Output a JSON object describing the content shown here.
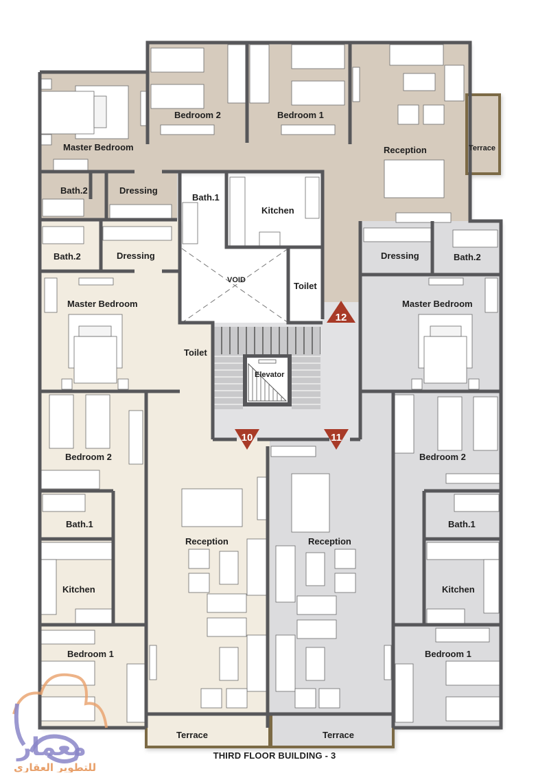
{
  "plan": {
    "title": "THIRD FLOOR BUILDING - 3",
    "colors": {
      "wall": "#57575a",
      "unit_12_floor": "#d6cbbd",
      "unit_10_floor": "#f2ece0",
      "unit_11_floor": "#dcdcde",
      "core_floor": "#d4d4d6",
      "corridor_floor": "#e2e2e4",
      "void_floor": "#ffffff",
      "terrace_border": "#7b6a45",
      "marker": "#a83a27",
      "furniture": "#ffffff"
    },
    "markers": [
      {
        "id": "12",
        "label": "12",
        "shape": "triangle-up"
      },
      {
        "id": "10",
        "label": "10",
        "shape": "triangle-down"
      },
      {
        "id": "11",
        "label": "11",
        "shape": "triangle-down"
      }
    ],
    "core": {
      "void": "VOID",
      "elevator": "Elevator",
      "stair": "Stairs"
    },
    "units": {
      "unit_12": {
        "rooms": {
          "master_bedroom": "Master Bedroom",
          "bedroom_2": "Bedroom 2",
          "bedroom_1": "Bedroom 1",
          "reception": "Reception",
          "terrace": "Terrace",
          "bath_2": "Bath.2",
          "dressing": "Dressing",
          "bath_1": "Bath.1",
          "kitchen": "Kitchen",
          "toilet": "Toilet"
        }
      },
      "unit_10": {
        "rooms": {
          "bath_2": "Bath.2",
          "dressing": "Dressing",
          "master_bedroom": "Master Bedroom",
          "toilet": "Toilet",
          "bedroom_2": "Bedroom 2",
          "bath_1": "Bath.1",
          "kitchen": "Kitchen",
          "bedroom_1": "Bedroom 1",
          "reception": "Reception",
          "terrace": "Terrace"
        }
      },
      "unit_11": {
        "rooms": {
          "dressing": "Dressing",
          "bath_2": "Bath.2",
          "master_bedroom": "Master Bedroom",
          "bedroom_2": "Bedroom 2",
          "bath_1": "Bath.1",
          "kitchen": "Kitchen",
          "bedroom_1": "Bedroom 1",
          "reception": "Reception",
          "terrace": "Terrace"
        }
      }
    }
  },
  "watermark": {
    "brand_arabic": "معمار",
    "tagline_arabic": "للتطوير العقاري"
  }
}
